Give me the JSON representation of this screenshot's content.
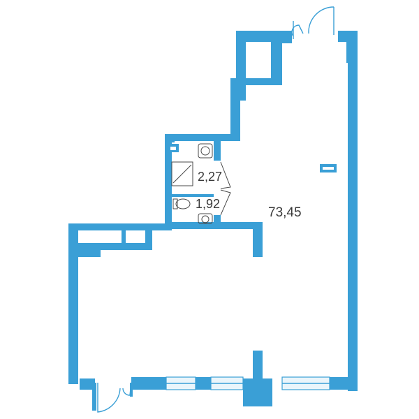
{
  "colors": {
    "wall": "#3a9fd6",
    "label": "#3a3a3a",
    "fixture": "#4a4a4a"
  },
  "rooms": {
    "main_area": "73,45",
    "bathroom": "2,27",
    "toilet": "1,92"
  },
  "icons": [
    "shower-icon",
    "washbasin-icon",
    "toilet-icon",
    "door-icon",
    "window-icon",
    "radiator-icon"
  ]
}
